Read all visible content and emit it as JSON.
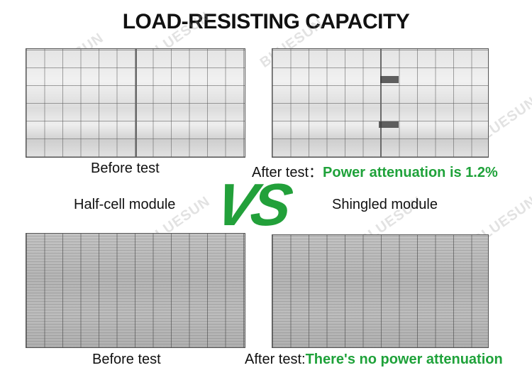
{
  "title": "LOAD-RESISTING CAPACITY",
  "vs_label": "VS",
  "watermark": "BLUESUN",
  "top_row": {
    "left_caption": "Before test",
    "right_caption_prefix": "After test：",
    "right_caption_highlight": "Power attenuation is 1.2%"
  },
  "module_labels": {
    "left": "Half-cell module",
    "right": "Shingled module"
  },
  "bottom_row": {
    "left_caption": "Before test",
    "right_caption_prefix": "After test:",
    "right_caption_highlight": "There's no power attenuation"
  },
  "colors": {
    "highlight_green": "#1fa23a",
    "vs_green": "#22a03a"
  }
}
